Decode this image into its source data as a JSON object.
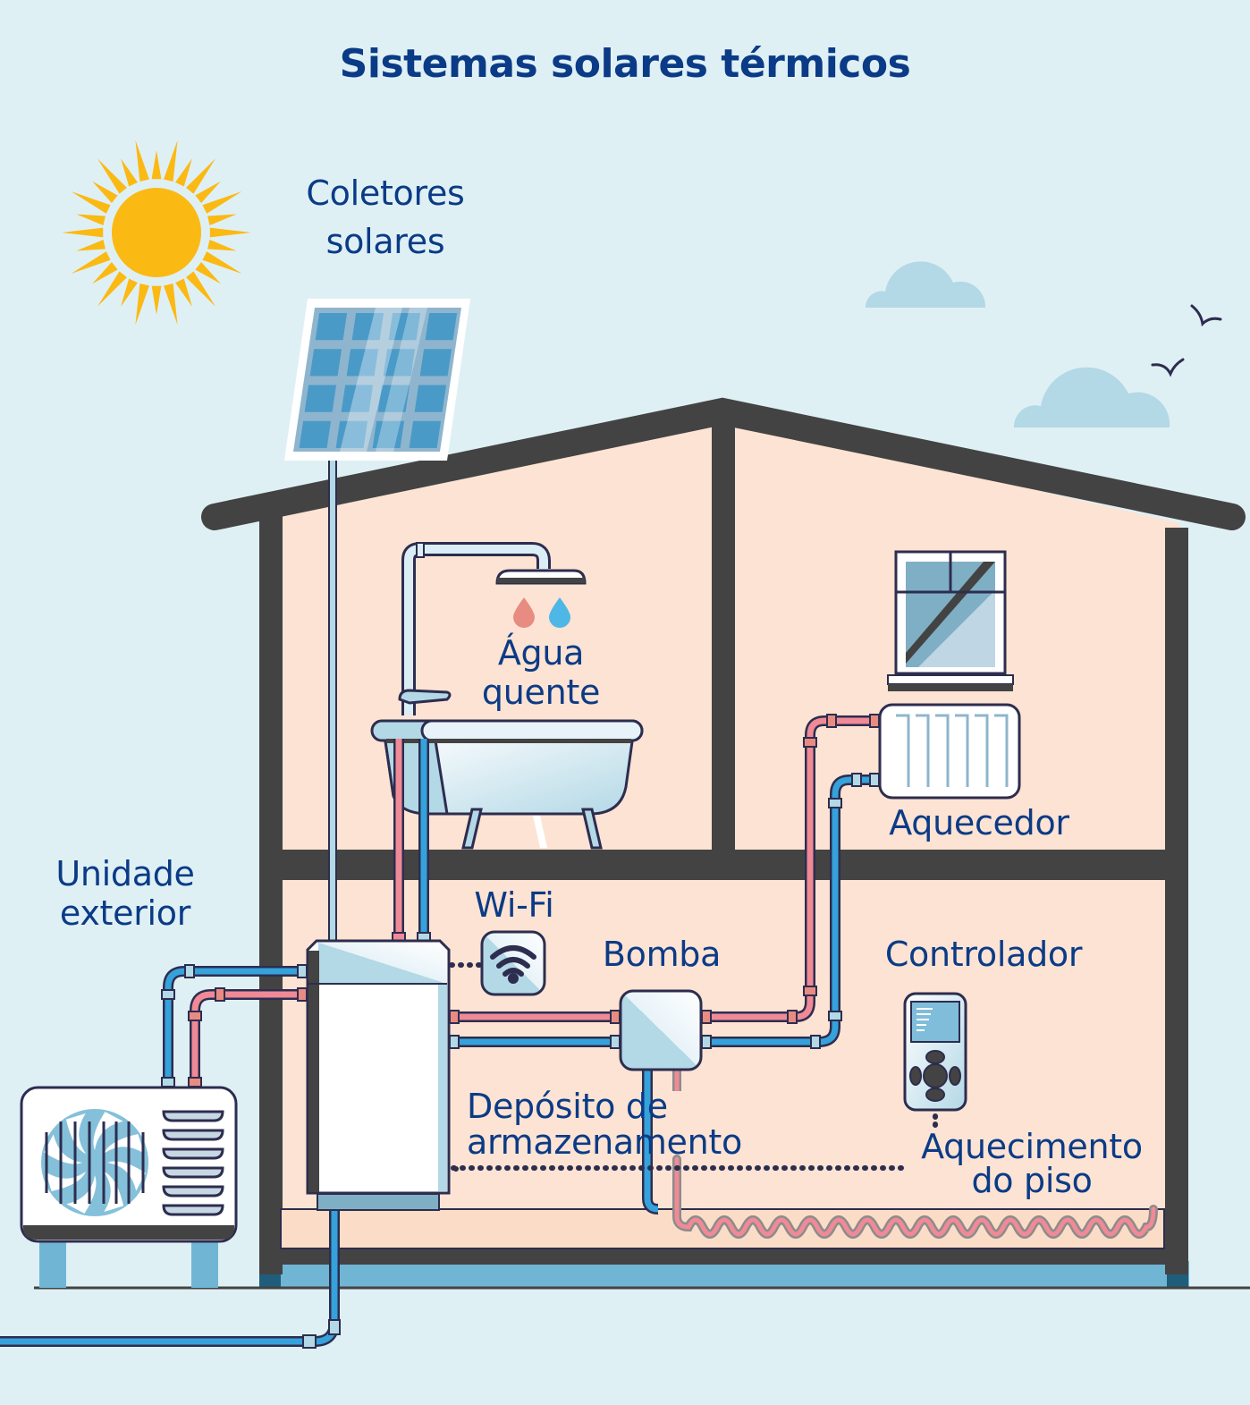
{
  "title": "Sistemas solares térmicos",
  "colors": {
    "sky": "#dff0f5",
    "house_interior": "#fde3d3",
    "wall": "#434343",
    "label_text": "#0b3b86",
    "hot_pipe": "#f08a96",
    "cold_pipe": "#35a2dc",
    "sun": "#fbb913",
    "cloud": "#b3d8e6",
    "foundation": "#70b5d4"
  },
  "labels": {
    "solar_collectors": [
      "Coletores",
      "solares"
    ],
    "hot_water": [
      "Água",
      "quente"
    ],
    "heater": "Aquecedor",
    "outdoor_unit": [
      "Unidade",
      "exterior"
    ],
    "wifi": "Wi-Fi",
    "pump": "Bomba",
    "controller": "Controlador",
    "storage_tank": [
      "Depósito de",
      "armazenamento"
    ],
    "floor_heating": [
      "Aquecimento",
      "do piso"
    ]
  },
  "icons": {
    "sun": "sun-icon",
    "solar_panel": "solar-panel-icon",
    "shower": "shower-icon",
    "bathtub": "bathtub-icon",
    "window": "window-icon",
    "radiator": "radiator-icon",
    "wifi": "wifi-icon",
    "pump": "pump-icon",
    "controller": "remote-controller-icon",
    "outdoor_unit": "heat-pump-outdoor-unit-icon",
    "storage_tank": "storage-tank-icon",
    "floor_heating": "floor-heating-coil-icon",
    "clouds": "cloud-icon",
    "birds": "bird-icon"
  }
}
